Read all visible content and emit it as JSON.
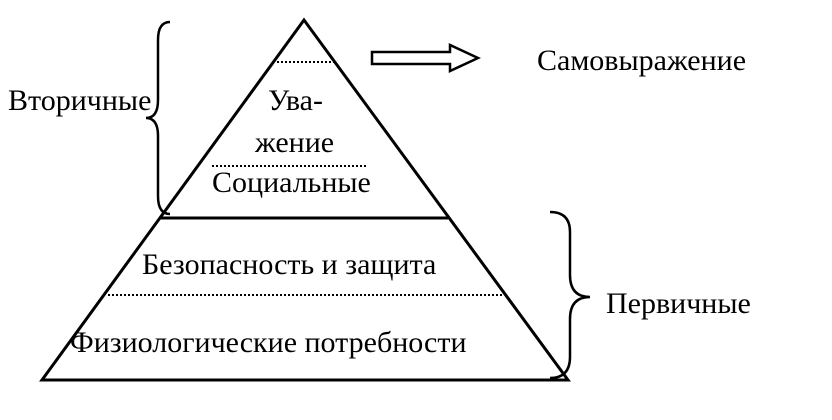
{
  "diagram": {
    "levels": {
      "self_expression": "Самовыражение",
      "esteem_line1": "Ува-",
      "esteem_line2": "жение",
      "social": "Социальные",
      "safety": "Безопасность и защита",
      "physiological": "Физиологические потребности"
    },
    "groups": {
      "secondary": "Вторичные",
      "primary": "Первичные"
    }
  }
}
